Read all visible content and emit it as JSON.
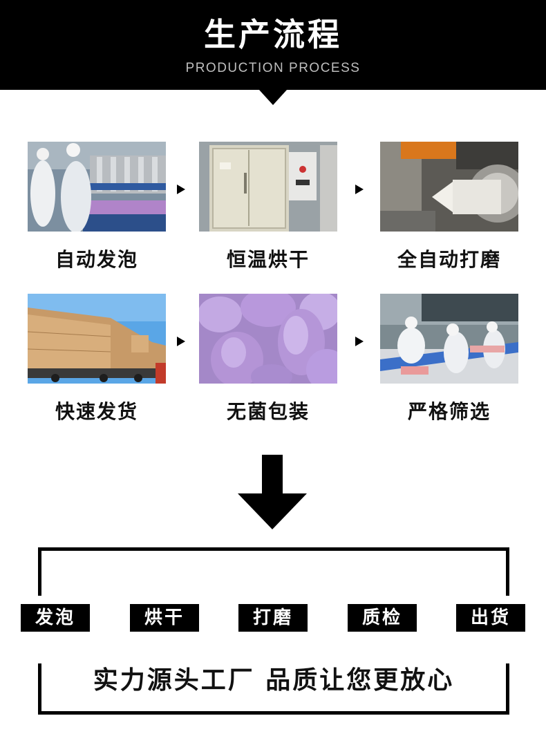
{
  "header": {
    "title": "生产流程",
    "subtitle": "PRODUCTION PROCESS"
  },
  "process": [
    {
      "caption": "自动发泡",
      "photo": "foaming-workshop-photo"
    },
    {
      "caption": "恒温烘干",
      "photo": "drying-oven-photo"
    },
    {
      "caption": "全自动打磨",
      "photo": "grinding-machine-photo"
    },
    {
      "caption": "快速发货",
      "photo": "shipping-truck-photo"
    },
    {
      "caption": "无菌包装",
      "photo": "sponges-photo"
    },
    {
      "caption": "严格筛选",
      "photo": "inspection-workers-photo"
    }
  ],
  "flow_steps": [
    "发泡",
    "烘干",
    "打磨",
    "质检",
    "出货"
  ],
  "slogan": "实力源头工厂  品质让您更放心",
  "colors": {
    "header_bg": "#000000",
    "sponge_purple": "#b69ad8",
    "text": "#111111"
  }
}
